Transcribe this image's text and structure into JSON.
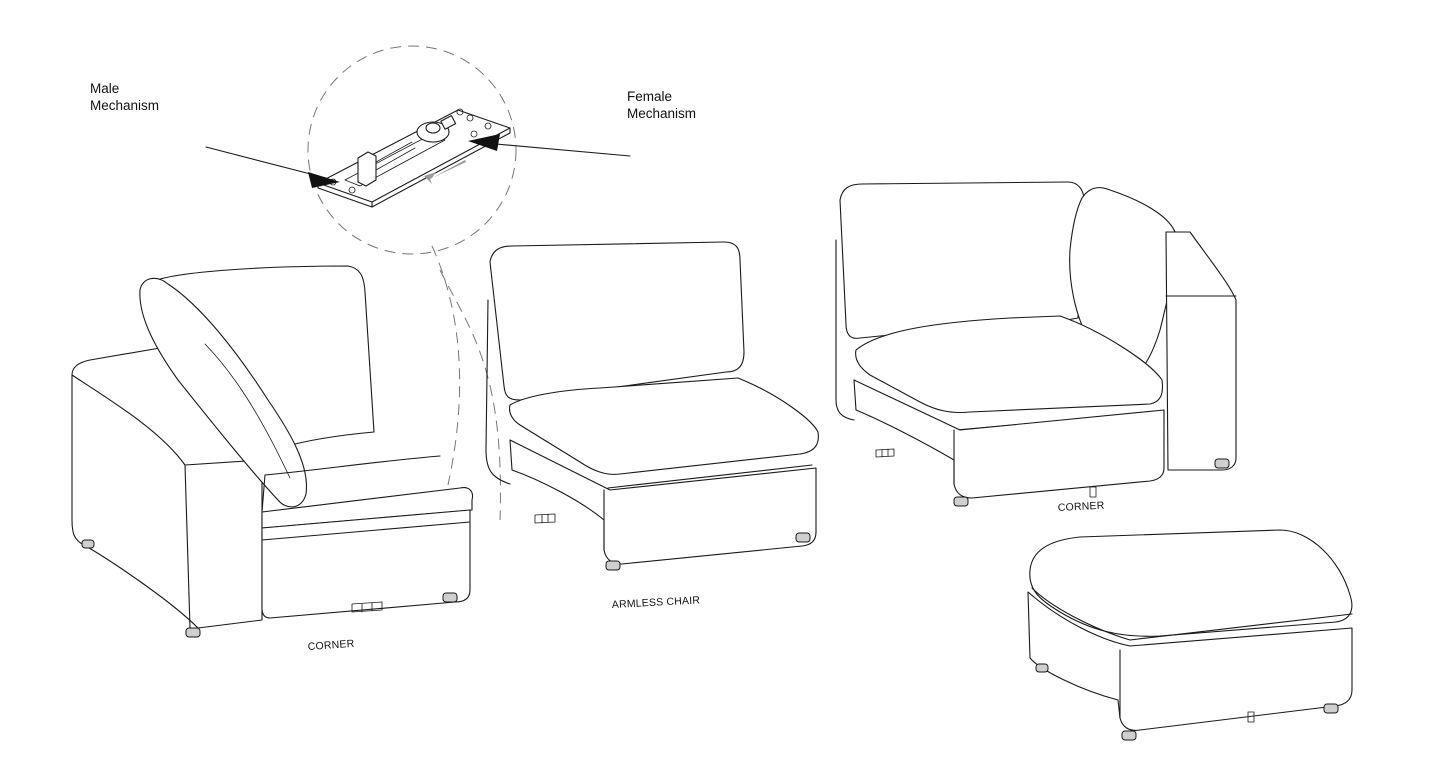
{
  "labels": {
    "male_mechanism": [
      "Male",
      "Mechanism"
    ],
    "female_mechanism": [
      "Female",
      "Mechanism"
    ],
    "corner_left": "CORNER",
    "armless_chair": "ARMLESS CHAIR",
    "corner_right": "CORNER"
  },
  "colors": {
    "line": "#1a1a1a",
    "dash": "#777777",
    "slide_arrow": "#9a9a9a",
    "background": "#ffffff"
  },
  "icons": {
    "connector": "sofa-connector-bracket-icon"
  }
}
